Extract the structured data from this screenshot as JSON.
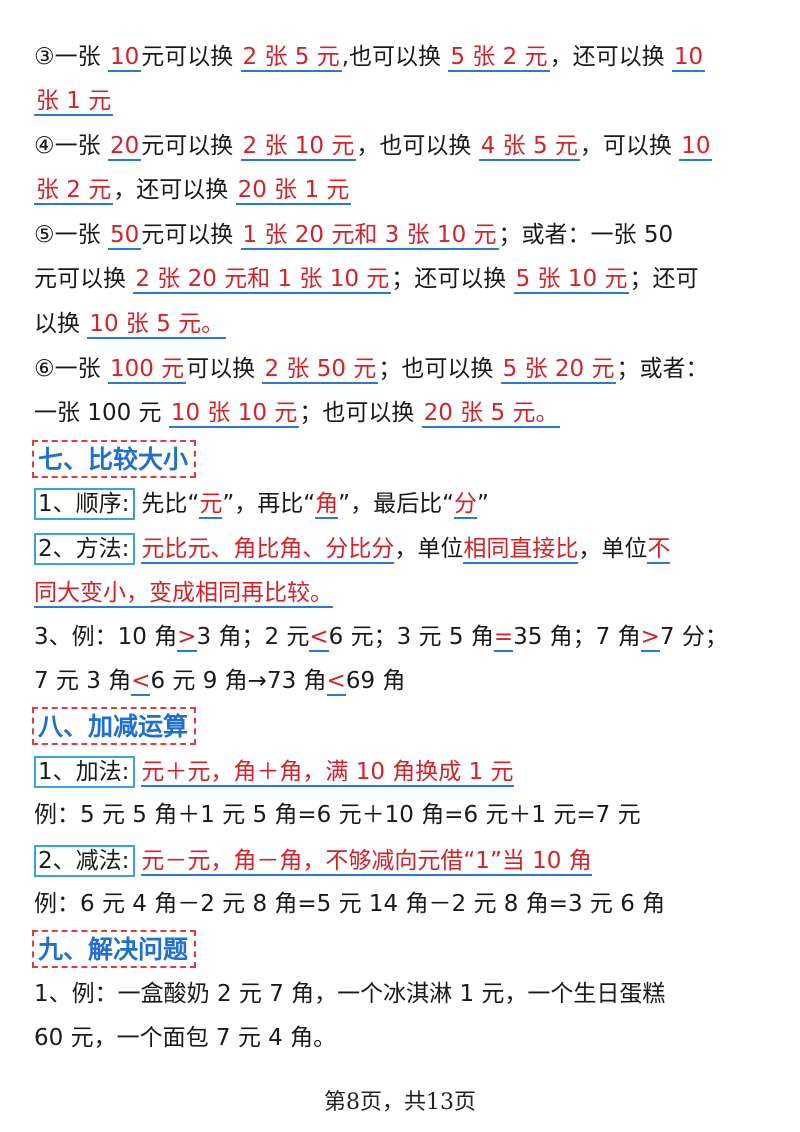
{
  "p3": {
    "a": "③一张",
    "b": "10",
    "c": "元可以换",
    "d": "2 张 5 元",
    "e": ",也可以换",
    "f": "5 张 2 元",
    "g": "，还可以换",
    "h": "10",
    "i": "张 1 元"
  },
  "p4": {
    "a": "④一张",
    "b": "20",
    "c": "元可以换",
    "d": "2 张 10 元",
    "e": "，也可以换",
    "f": "4 张 5 元",
    "g": "，可以换",
    "h": "10",
    "i": "张 2 元",
    "j": "，还可以换",
    "k": "20 张 1 元"
  },
  "p5": {
    "a": "⑤一张",
    "b": "50",
    "c": "元可以换",
    "d": "1 张 20 元和 3 张 10 元",
    "e": "；或者：一张 50",
    "f": "元可以换",
    "g": "2 张 20 元和 1 张 10 元",
    "h": "；还可以换",
    "i": "5 张 10 元",
    "j": "；还可",
    "k": "以换",
    "l": "10 张 5 元。"
  },
  "p6": {
    "a": "⑥一张",
    "b": "100 元",
    "c": "可以换",
    "d": "2 张 50 元",
    "e": "；也可以换",
    "f": "5 张 20 元",
    "g": "；或者：",
    "h": "一张 100 元",
    "i": "10 张 10 元",
    "j": "；也可以换",
    "k": "20 张 5 元。"
  },
  "sec7": {
    "title": "七、比较大小",
    "l1": {
      "box": "1、顺序:",
      "a": "先比“",
      "b": "元",
      "c": "”，再比“",
      "d": "角",
      "e": "”，最后比“",
      "f": "分",
      "g": "”"
    },
    "l2": {
      "box": "2、方法:",
      "a": "元比元、角比角、分比分",
      "b": "，单位",
      "c": "相同直接比",
      "d": "，单位",
      "e": "不",
      "f": "同大变小，变成相同再比较。"
    },
    "l3": {
      "a": "3、例：10 角",
      "b": ">",
      "c": "3 角；2 元",
      "d": "<",
      "e": "6 元；3 元 5 角",
      "f": "=",
      "g": "35 角；7 角",
      "h": ">",
      "i": "7 分；"
    },
    "l4": {
      "a": "7 元 3 角",
      "b": "<",
      "c": "6 元 9 角→73 角",
      "d": "<",
      "e": "69 角"
    }
  },
  "sec8": {
    "title": "八、加减运算",
    "l1": {
      "box": "1、加法:",
      "a": "元＋元，角＋角，满 10 角换成 1 元"
    },
    "l2": "例：5 元 5 角＋1 元 5 角=6 元＋10 角=6 元＋1 元=7 元",
    "l3": {
      "box": "2、减法:",
      "a": "元－元，角－角，不够减向元借“1”当 10 角"
    },
    "l4": "例：6 元 4 角－2 元 8 角=5 元 14 角－2 元 8 角=3 元 6 角"
  },
  "sec9": {
    "title": "九、解决问题",
    "l1": "1、例：一盒酸奶 2 元 7 角，一个冰淇淋 1 元，一个生日蛋糕",
    "l2": "60 元，一个面包 7 元 4 角。"
  },
  "footer": "第8页，共13页",
  "colors": {
    "red": "#d3222a",
    "blue": "#1f6fcf",
    "underline": "#2a7ad3",
    "box": "#3aa3d9",
    "dashed": "#e33a3a"
  }
}
